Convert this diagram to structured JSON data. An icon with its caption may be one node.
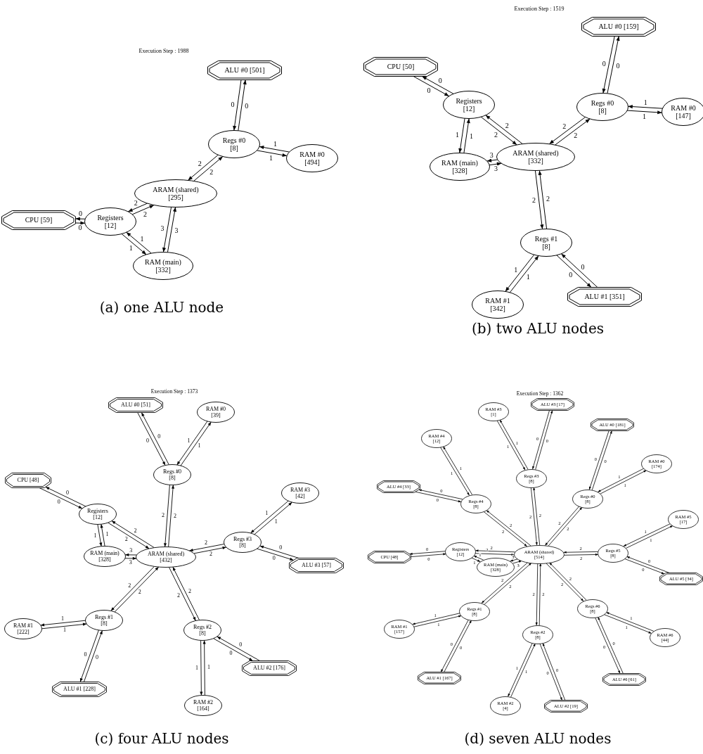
{
  "diagram": {
    "nodes": [
      {
        "text": [
          "ALU #0 [501]"
        ]
      },
      {
        "text": [
          "Regs #0",
          "[8]"
        ]
      },
      {
        "text": [
          "RAM #0",
          "[494]"
        ]
      },
      {
        "text": [
          "ARAM (shared)",
          "[295]"
        ]
      },
      {
        "text": [
          "Registers",
          "[12]"
        ]
      },
      {
        "text": [
          "CPU [59]"
        ]
      },
      {
        "text": [
          "RAM (main)",
          "[332]"
        ]
      },
      {
        "text": [
          "ALU #0 [159]"
        ]
      },
      {
        "text": [
          "CPU [50]"
        ]
      },
      {
        "text": [
          "Registers",
          "[12]"
        ]
      },
      {
        "text": [
          "Regs #0",
          "[8]"
        ]
      },
      {
        "text": [
          "RAM #0",
          "[147]"
        ]
      },
      {
        "text": [
          "ARAM (shared)",
          "[332]"
        ]
      },
      {
        "text": [
          "RAM (main)",
          "[328]"
        ]
      },
      {
        "text": [
          "Regs #1",
          "[8]"
        ]
      },
      {
        "text": [
          "ALU #1 [351]"
        ]
      },
      {
        "text": [
          "RAM #1",
          "[342]"
        ]
      },
      {
        "text": [
          "ALU #0 [51]"
        ]
      },
      {
        "text": [
          "RAM #0",
          "[39]"
        ]
      },
      {
        "text": [
          "Regs #0",
          "[8]"
        ]
      },
      {
        "text": [
          "CPU [48]"
        ]
      },
      {
        "text": [
          "RAM #3",
          "[42]"
        ]
      },
      {
        "text": [
          "Registers",
          "[12]"
        ]
      },
      {
        "text": [
          "Regs #3",
          "[8]"
        ]
      },
      {
        "text": [
          "RAM (main)",
          "[328]"
        ]
      },
      {
        "text": [
          "ARAM (shared)",
          "[432]"
        ]
      },
      {
        "text": [
          "ALU #3 [57]"
        ]
      },
      {
        "text": [
          "Regs #1",
          "[8]"
        ]
      },
      {
        "text": [
          "RAM #1",
          "[222]"
        ]
      },
      {
        "text": [
          "Regs #2",
          "[8]"
        ]
      },
      {
        "text": [
          "ALU #2 [176]"
        ]
      },
      {
        "text": [
          "ALU #1 [228]"
        ]
      },
      {
        "text": [
          "RAM #2",
          "[164]"
        ]
      },
      {
        "text": [
          "ALU #3 [17]"
        ]
      },
      {
        "text": [
          "RAM #3",
          "[1]"
        ]
      },
      {
        "text": [
          "ALU #0 [181]"
        ]
      },
      {
        "text": [
          "RAM #4",
          "[12]"
        ]
      },
      {
        "text": [
          "RAM #0",
          "[174]"
        ]
      },
      {
        "text": [
          "Regs #3",
          "[8]"
        ]
      },
      {
        "text": [
          "ALU #4 [33]"
        ]
      },
      {
        "text": [
          "Regs #0",
          "[8]"
        ]
      },
      {
        "text": [
          "Regs #4",
          "[8]"
        ]
      },
      {
        "text": [
          "RAM #5",
          "[17]"
        ]
      },
      {
        "text": [
          "CPU [48]"
        ]
      },
      {
        "text": [
          "Registers",
          "[12]"
        ]
      },
      {
        "text": [
          "ARAM (shared)",
          "[514]"
        ]
      },
      {
        "text": [
          "Regs #5",
          "[8]"
        ]
      },
      {
        "text": [
          "RAM (main)",
          "[328]"
        ]
      },
      {
        "text": [
          "ALU #5 [34]"
        ]
      },
      {
        "text": [
          "Regs #1",
          "[8]"
        ]
      },
      {
        "text": [
          "Regs #6",
          "[8]"
        ]
      },
      {
        "text": [
          "RAM #1",
          "[157]"
        ]
      },
      {
        "text": [
          "Regs #2",
          "[8]"
        ]
      },
      {
        "text": [
          "RAM #6",
          "[44]"
        ]
      },
      {
        "text": [
          "ALU #1 [167]"
        ]
      },
      {
        "text": [
          "ALU #6 [61]"
        ]
      },
      {
        "text": [
          "RAM #2",
          "[4]"
        ]
      },
      {
        "text": [
          "ALU #2 [19]"
        ]
      }
    ],
    "edges": [
      {
        "from": 0,
        "to": 1,
        "arrow": "to",
        "label": "0"
      },
      {
        "from": 1,
        "to": 0,
        "arrow": "to",
        "label": "0"
      },
      {
        "from": 1,
        "to": 2,
        "arrow": "to",
        "label": "1"
      },
      {
        "from": 2,
        "to": 1,
        "arrow": "to",
        "label": "1"
      },
      {
        "from": 3,
        "to": 1,
        "arrow": "to",
        "label": "2"
      },
      {
        "from": 1,
        "to": 3,
        "arrow": "to",
        "label": "2"
      },
      {
        "from": 4,
        "to": 3,
        "arrow": "to",
        "label": "2"
      },
      {
        "from": 3,
        "to": 4,
        "arrow": "to",
        "label": "2"
      },
      {
        "from": 5,
        "to": 4,
        "arrow": "to",
        "label": "0"
      },
      {
        "from": 4,
        "to": 5,
        "arrow": "to",
        "label": "0"
      },
      {
        "from": 4,
        "to": 6,
        "arrow": "to",
        "label": "1"
      },
      {
        "from": 6,
        "to": 4,
        "arrow": "to",
        "label": "1"
      },
      {
        "from": 6,
        "to": 3,
        "arrow": "to",
        "label": "3"
      },
      {
        "from": 3,
        "to": 6,
        "arrow": "to",
        "label": "3"
      },
      {
        "from": 7,
        "to": 10,
        "arrow": "to",
        "label": "0"
      },
      {
        "from": 10,
        "to": 7,
        "arrow": "to",
        "label": "0"
      },
      {
        "from": 8,
        "to": 9,
        "arrow": "to",
        "label": "0"
      },
      {
        "from": 9,
        "to": 8,
        "arrow": "to",
        "label": "0"
      },
      {
        "from": 10,
        "to": 11,
        "arrow": "to",
        "label": "1"
      },
      {
        "from": 11,
        "to": 10,
        "arrow": "to",
        "label": "1"
      },
      {
        "from": 9,
        "to": 12,
        "arrow": "to",
        "label": "2"
      },
      {
        "from": 12,
        "to": 9,
        "arrow": "to",
        "label": "2"
      },
      {
        "from": 12,
        "to": 10,
        "arrow": "to",
        "label": "2"
      },
      {
        "from": 10,
        "to": 12,
        "arrow": "to",
        "label": "2"
      },
      {
        "from": 9,
        "to": 13,
        "arrow": "to",
        "label": "1"
      },
      {
        "from": 13,
        "to": 9,
        "arrow": "to",
        "label": "1"
      },
      {
        "from": 13,
        "to": 12,
        "arrow": "to",
        "label": "3"
      },
      {
        "from": 12,
        "to": 13,
        "arrow": "to",
        "label": "3"
      },
      {
        "from": 12,
        "to": 14,
        "arrow": "to",
        "label": "2"
      },
      {
        "from": 14,
        "to": 12,
        "arrow": "to",
        "label": "2"
      },
      {
        "from": 14,
        "to": 16,
        "arrow": "to",
        "label": "1"
      },
      {
        "from": 16,
        "to": 14,
        "arrow": "to",
        "label": "1"
      },
      {
        "from": 14,
        "to": 15,
        "arrow": "to",
        "label": "0"
      },
      {
        "from": 15,
        "to": 14,
        "arrow": "to",
        "label": "0"
      },
      {
        "from": 17,
        "to": 19,
        "arrow": "to",
        "label": "0"
      },
      {
        "from": 19,
        "to": 17,
        "arrow": "to",
        "label": "0"
      },
      {
        "from": 18,
        "to": 19,
        "arrow": "to",
        "label": "1"
      },
      {
        "from": 19,
        "to": 18,
        "arrow": "to",
        "label": "1"
      },
      {
        "from": 25,
        "to": 19,
        "arrow": "to",
        "label": "2"
      },
      {
        "from": 19,
        "to": 25,
        "arrow": "to",
        "label": "2"
      },
      {
        "from": 20,
        "to": 22,
        "arrow": "to",
        "label": "0"
      },
      {
        "from": 22,
        "to": 20,
        "arrow": "to",
        "label": "0"
      },
      {
        "from": 22,
        "to": 25,
        "arrow": "to",
        "label": "2"
      },
      {
        "from": 25,
        "to": 22,
        "arrow": "to",
        "label": "2"
      },
      {
        "from": 22,
        "to": 24,
        "arrow": "to",
        "label": "1"
      },
      {
        "from": 24,
        "to": 22,
        "arrow": "to",
        "label": "1"
      },
      {
        "from": 24,
        "to": 25,
        "arrow": "to",
        "label": "3"
      },
      {
        "from": 25,
        "to": 24,
        "arrow": "to",
        "label": "3"
      },
      {
        "from": 25,
        "to": 23,
        "arrow": "to",
        "label": "2"
      },
      {
        "from": 23,
        "to": 25,
        "arrow": "to",
        "label": "2"
      },
      {
        "from": 23,
        "to": 21,
        "arrow": "to",
        "label": "1"
      },
      {
        "from": 21,
        "to": 23,
        "arrow": "to",
        "label": "1"
      },
      {
        "from": 23,
        "to": 26,
        "arrow": "to",
        "label": "0"
      },
      {
        "from": 26,
        "to": 23,
        "arrow": "to",
        "label": "0"
      },
      {
        "from": 25,
        "to": 27,
        "arrow": "to",
        "label": "2"
      },
      {
        "from": 27,
        "to": 25,
        "arrow": "to",
        "label": "2"
      },
      {
        "from": 27,
        "to": 28,
        "arrow": "to",
        "label": "1"
      },
      {
        "from": 28,
        "to": 27,
        "arrow": "to",
        "label": "1"
      },
      {
        "from": 27,
        "to": 31,
        "arrow": "to",
        "label": "0"
      },
      {
        "from": 31,
        "to": 27,
        "arrow": "to",
        "label": "0"
      },
      {
        "from": 25,
        "to": 29,
        "arrow": "to",
        "label": "2"
      },
      {
        "from": 29,
        "to": 25,
        "arrow": "to",
        "label": "2"
      },
      {
        "from": 29,
        "to": 32,
        "arrow": "to",
        "label": "1"
      },
      {
        "from": 32,
        "to": 29,
        "arrow": "to",
        "label": "1"
      },
      {
        "from": 29,
        "to": 30,
        "arrow": "to",
        "label": "0"
      },
      {
        "from": 30,
        "to": 29,
        "arrow": "to",
        "label": "0"
      },
      {
        "from": 33,
        "to": 38,
        "arrow": "to",
        "label": "0"
      },
      {
        "from": 38,
        "to": 33,
        "arrow": "to",
        "label": "0"
      },
      {
        "from": 34,
        "to": 38,
        "arrow": "to",
        "label": "1"
      },
      {
        "from": 38,
        "to": 34,
        "arrow": "to",
        "label": "1"
      },
      {
        "from": 35,
        "to": 40,
        "arrow": "to",
        "label": "0"
      },
      {
        "from": 40,
        "to": 35,
        "arrow": "to",
        "label": "0"
      },
      {
        "from": 37,
        "to": 40,
        "arrow": "to",
        "label": "1"
      },
      {
        "from": 40,
        "to": 37,
        "arrow": "to",
        "label": "1"
      },
      {
        "from": 36,
        "to": 41,
        "arrow": "to",
        "label": "1"
      },
      {
        "from": 41,
        "to": 36,
        "arrow": "to",
        "label": "1"
      },
      {
        "from": 39,
        "to": 41,
        "arrow": "to",
        "label": "0"
      },
      {
        "from": 41,
        "to": 39,
        "arrow": "to",
        "label": "0"
      },
      {
        "from": 45,
        "to": 38,
        "arrow": "to",
        "label": "2"
      },
      {
        "from": 38,
        "to": 45,
        "arrow": "to",
        "label": "2"
      },
      {
        "from": 45,
        "to": 40,
        "arrow": "to",
        "label": "2"
      },
      {
        "from": 40,
        "to": 45,
        "arrow": "to",
        "label": "2"
      },
      {
        "from": 45,
        "to": 41,
        "arrow": "to",
        "label": "2"
      },
      {
        "from": 41,
        "to": 45,
        "arrow": "to",
        "label": "2"
      },
      {
        "from": 43,
        "to": 44,
        "arrow": "to",
        "label": "0"
      },
      {
        "from": 44,
        "to": 43,
        "arrow": "to",
        "label": "0"
      },
      {
        "from": 44,
        "to": 45,
        "arrow": "to",
        "label": "2"
      },
      {
        "from": 45,
        "to": 44,
        "arrow": "to",
        "label": "2"
      },
      {
        "from": 44,
        "to": 47,
        "arrow": "to",
        "label": "1"
      },
      {
        "from": 47,
        "to": 44,
        "arrow": "to",
        "label": "1"
      },
      {
        "from": 47,
        "to": 45,
        "arrow": "to",
        "label": "3"
      },
      {
        "from": 45,
        "to": 47,
        "arrow": "to",
        "label": "3"
      },
      {
        "from": 45,
        "to": 46,
        "arrow": "to",
        "label": "2"
      },
      {
        "from": 46,
        "to": 45,
        "arrow": "to",
        "label": "2"
      },
      {
        "from": 46,
        "to": 42,
        "arrow": "to",
        "label": "1"
      },
      {
        "from": 42,
        "to": 46,
        "arrow": "to",
        "label": "1"
      },
      {
        "from": 46,
        "to": 48,
        "arrow": "to",
        "label": "0"
      },
      {
        "from": 48,
        "to": 46,
        "arrow": "to",
        "label": "0"
      },
      {
        "from": 45,
        "to": 49,
        "arrow": "to",
        "label": "2"
      },
      {
        "from": 49,
        "to": 45,
        "arrow": "to",
        "label": "2"
      },
      {
        "from": 49,
        "to": 51,
        "arrow": "to",
        "label": "1"
      },
      {
        "from": 51,
        "to": 49,
        "arrow": "to",
        "label": "1"
      },
      {
        "from": 49,
        "to": 54,
        "arrow": "to",
        "label": "0"
      },
      {
        "from": 54,
        "to": 49,
        "arrow": "to",
        "label": "0"
      },
      {
        "from": 45,
        "to": 50,
        "arrow": "to",
        "label": "2"
      },
      {
        "from": 50,
        "to": 45,
        "arrow": "to",
        "label": "2"
      },
      {
        "from": 50,
        "to": 53,
        "arrow": "to",
        "label": "1"
      },
      {
        "from": 53,
        "to": 50,
        "arrow": "to",
        "label": "1"
      },
      {
        "from": 50,
        "to": 55,
        "arrow": "to",
        "label": "0"
      },
      {
        "from": 55,
        "to": 50,
        "arrow": "to",
        "label": "0"
      },
      {
        "from": 45,
        "to": 52,
        "arrow": "to",
        "label": "2"
      },
      {
        "from": 52,
        "to": 45,
        "arrow": "to",
        "label": "2"
      },
      {
        "from": 52,
        "to": 56,
        "arrow": "to",
        "label": "1"
      },
      {
        "from": 56,
        "to": 52,
        "arrow": "to",
        "label": "1"
      },
      {
        "from": 52,
        "to": 57,
        "arrow": "to",
        "label": "0"
      },
      {
        "from": 57,
        "to": 52,
        "arrow": "to",
        "label": "0"
      }
    ],
    "labels": [
      "Execution Step : 1988",
      "(a) one ALU node",
      "Execution Step : 1519",
      "(b) two ALU nodes",
      "Execution Step : 1373",
      "(c) four ALU nodes",
      "Execution Step : 1362",
      "(d) seven ALU nodes"
    ]
  }
}
